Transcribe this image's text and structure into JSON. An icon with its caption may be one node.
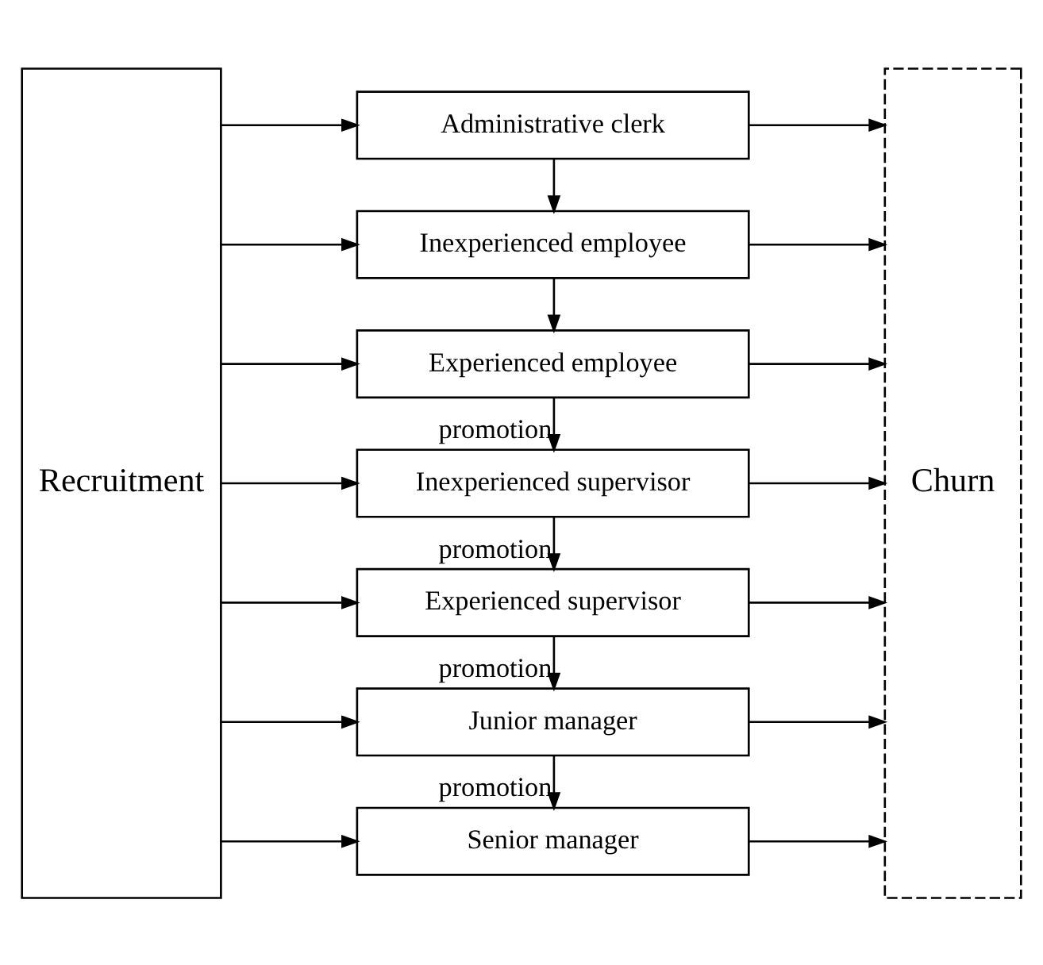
{
  "diagram": {
    "nodes": [
      {
        "text": [
          "Recruitment"
        ]
      },
      {
        "text": [
          "Senior manager"
        ]
      },
      {
        "text": [
          "Junior manager"
        ]
      },
      {
        "text": [
          "Experienced supervisor"
        ]
      },
      {
        "text": [
          "Inexperienced supervisor"
        ]
      },
      {
        "text": [
          "Experienced employee"
        ]
      },
      {
        "text": [
          "Inexperienced employee"
        ]
      },
      {
        "text": [
          "Administrative clerk"
        ]
      },
      {
        "text": [
          "Churn"
        ]
      }
    ],
    "edges": [
      {
        "from": 0,
        "to": 1,
        "arrow": "to"
      },
      {
        "from": 0,
        "to": 2,
        "arrow": "to"
      },
      {
        "from": 0,
        "to": 3,
        "arrow": "to"
      },
      {
        "from": 0,
        "to": 4,
        "arrow": "to"
      },
      {
        "from": 0,
        "to": 5,
        "arrow": "to"
      },
      {
        "from": 0,
        "to": 6,
        "arrow": "to"
      },
      {
        "from": 0,
        "to": 7,
        "arrow": "to"
      },
      {
        "from": 2,
        "to": 1,
        "arrow": "to",
        "label": "promotion"
      },
      {
        "from": 3,
        "to": 2,
        "arrow": "to",
        "label": "promotion"
      },
      {
        "from": 4,
        "to": 3,
        "arrow": "to",
        "label": "promotion"
      },
      {
        "from": 5,
        "to": 4,
        "arrow": "to",
        "label": "promotion"
      },
      {
        "from": 6,
        "to": 5,
        "arrow": "to"
      },
      {
        "from": 7,
        "to": 6,
        "arrow": "to"
      },
      {
        "from": 1,
        "to": 8,
        "arrow": "to"
      },
      {
        "from": 2,
        "to": 8,
        "arrow": "to"
      },
      {
        "from": 3,
        "to": 8,
        "arrow": "to"
      },
      {
        "from": 4,
        "to": 8,
        "arrow": "to"
      },
      {
        "from": 5,
        "to": 8,
        "arrow": "to"
      },
      {
        "from": 6,
        "to": 8,
        "arrow": "to"
      },
      {
        "from": 7,
        "to": 8,
        "arrow": "to"
      }
    ]
  }
}
